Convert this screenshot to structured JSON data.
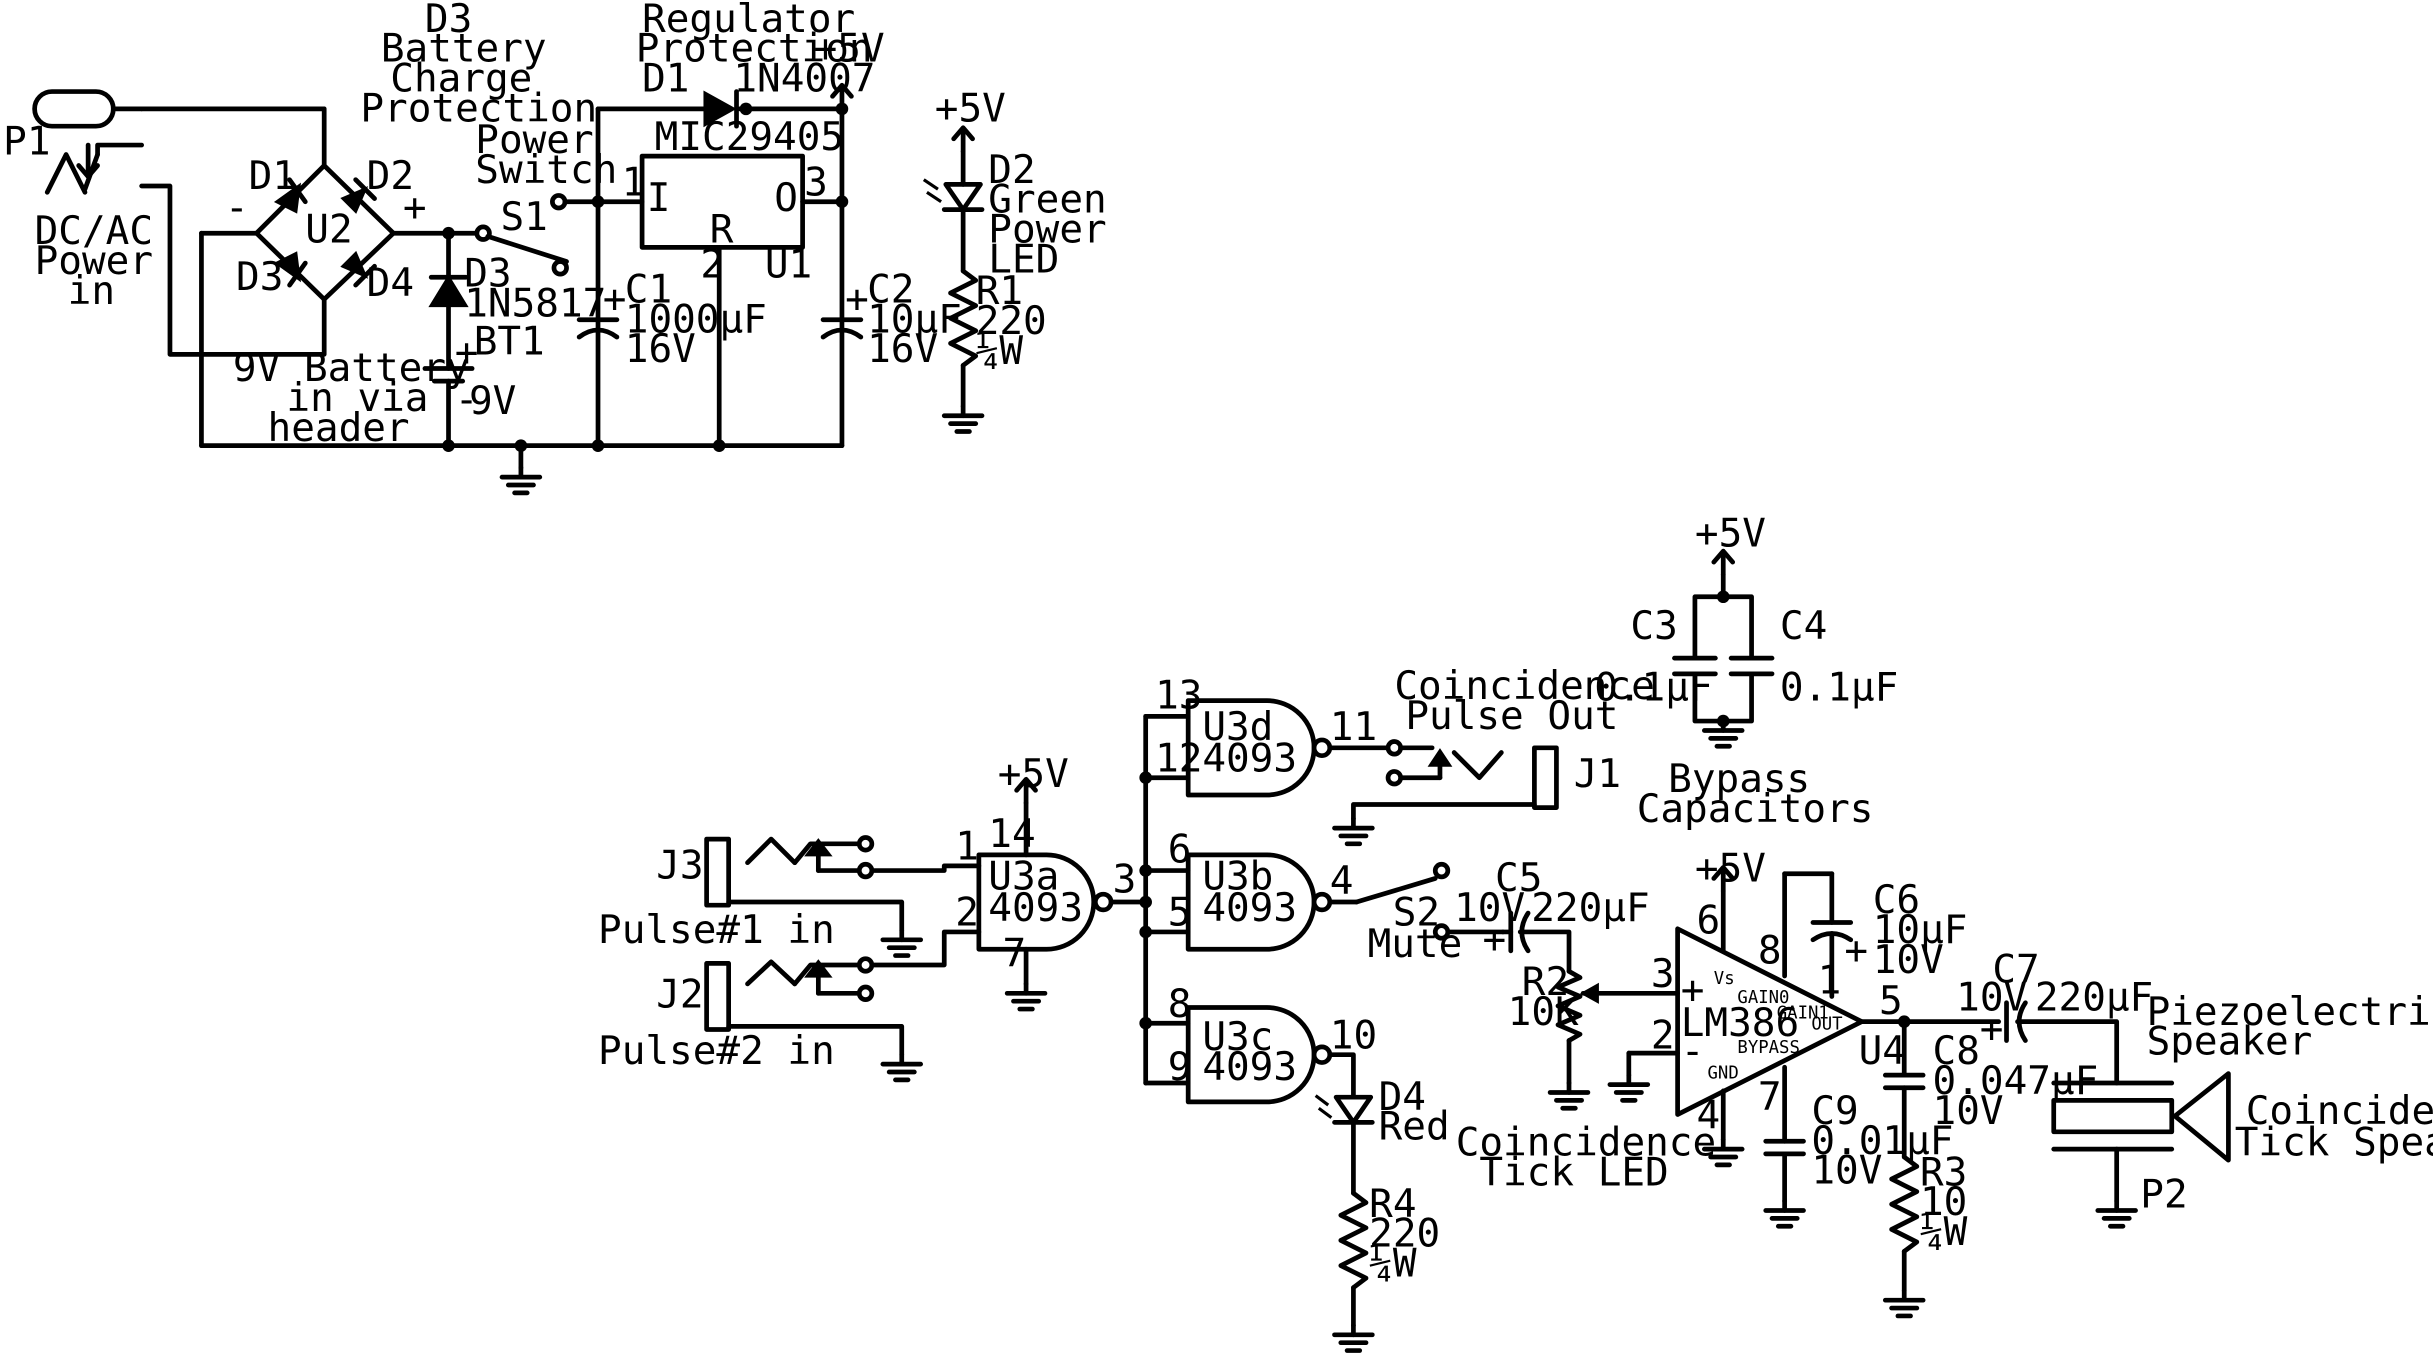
{
  "labels": {
    "p1": "P1",
    "dcac_1": "DC/AC",
    "dcac_2": "Power",
    "dcac_3": "in",
    "d3prot_1": "D3",
    "d3prot_2": "Battery",
    "d3prot_3": "Charge",
    "d3prot_4": "Protection",
    "reg_1": "Regulator",
    "reg_2": "Protection",
    "plus5v_top": "+5V",
    "d1_ref": "D1",
    "d1_part": "1N4007",
    "mic": "MIC29405",
    "pin_i": "I",
    "pin_o": "O",
    "pin_r": "R",
    "u1pin1": "1",
    "u1pin2": "2",
    "u1pin3": "3",
    "u1": "U1",
    "pwr_sw_1": "Power",
    "pwr_sw_2": "Switch",
    "s1": "S1",
    "br_d1": "D1",
    "br_d2": "D2",
    "br_d3": "D3",
    "br_d4": "D4",
    "u2": "U2",
    "br_minus": "-",
    "br_plus": "+",
    "d3_ref": "D3",
    "d3_part": "1N5817",
    "bt1": "BT1",
    "bt_plus": "+",
    "bt_minus": "-",
    "bt_9v": "9V",
    "batt_1": "9V Battery",
    "batt_2": "in via",
    "batt_3": "header",
    "c1_plus": "+",
    "c1": "C1",
    "c1_v": "1000µF",
    "c1_volt": "16V",
    "c2_plus": "+",
    "c2": "C2",
    "c2_v": "10µF",
    "c2_volt": "16V",
    "led_5v": "+5V",
    "d2_ref": "D2",
    "d2_1": "Green",
    "d2_2": "Power",
    "d2_3": "LED",
    "r1": "R1",
    "r1_v": "220",
    "r1_w": "¼W",
    "byp_5v": "+5V",
    "c3": "C3",
    "c3_v": "0.1µF",
    "c4": "C4",
    "c4_v": "0.1µF",
    "byp_1": "Bypass",
    "byp_2": "Capacitors",
    "coin_1": "Coincidence",
    "coin_2": "Pulse Out",
    "j1": "J1",
    "u3d_1": "U3d",
    "u3d_2": "4093",
    "p13": "13",
    "p12": "12",
    "p11": "11",
    "u3b_1": "U3b",
    "u3b_2": "4093",
    "p6": "6",
    "p5": "5",
    "p4": "4",
    "u3c_1": "U3c",
    "u3c_2": "4093",
    "p8": "8",
    "p9": "9",
    "p10": "10",
    "u3a_1": "U3a",
    "u3a_2": "4093",
    "p1a": "1",
    "p2a": "2",
    "p3a": "3",
    "p14": "14",
    "p7": "7",
    "u3_5v": "+5V",
    "j3": "J3",
    "pulse1": "Pulse#1 in",
    "j2": "J2",
    "pulse2": "Pulse#2 in",
    "s2": "S2",
    "mute": "Mute",
    "c5": "C5",
    "c5_volt": "10V",
    "c5_v": "220µF",
    "c5_plus": "+",
    "r2": "R2",
    "r2_v": "10K",
    "d4": "D4",
    "d4_red": "Red",
    "r4": "R4",
    "r4_v": "220",
    "r4_w": "¼W",
    "tick_1": "Coincidence",
    "tick_2": "Tick LED",
    "amp_5v": "+5V",
    "lm386": "LM386",
    "amp_vs": "Vs",
    "amp_gain0": "GAIN0",
    "amp_gain1": "GAIN1",
    "amp_out": "OUT",
    "amp_bypass": "BYPASS",
    "amp_gnd": "GND",
    "amp_plus": "+",
    "amp_minus": "-",
    "ap6": "6",
    "ap8": "8",
    "ap1": "1",
    "ap3": "3",
    "ap2": "2",
    "ap5": "5",
    "ap4": "4",
    "ap7": "7",
    "u4": "U4",
    "c6": "C6",
    "c6_v": "10µF",
    "c6_volt": "10V",
    "c6_plus": "+",
    "c7": "C7",
    "c7_volt": "10V",
    "c7_v": "220µF",
    "c7_plus": "+",
    "c8": "C8",
    "c8_v": "0.047µF",
    "c8_volt": "10V",
    "c9": "C9",
    "c9_v": "0.01µF",
    "c9_volt": "10V",
    "r3": "R3",
    "r3_v": "10",
    "r3_w": "¼W",
    "piezo_1": "Piezoelectric Film",
    "piezo_2": "Speaker",
    "tickspk_1": "Coincidence",
    "tickspk_2": "Tick Speaker",
    "p2": "P2"
  }
}
